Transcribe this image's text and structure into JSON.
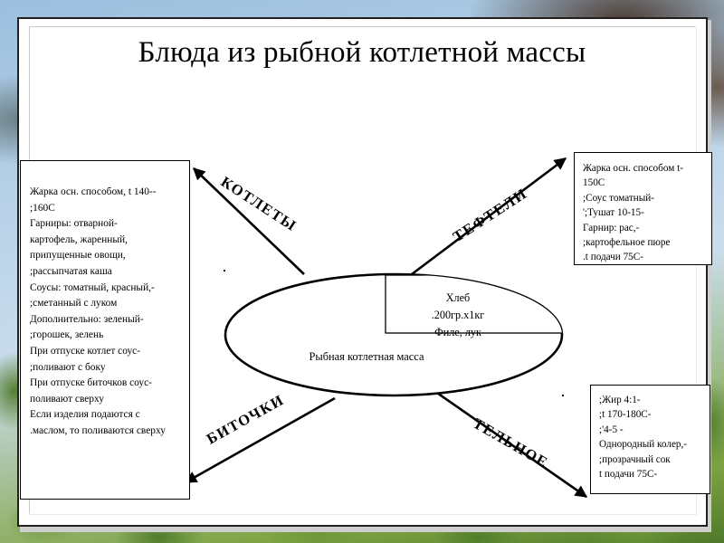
{
  "slide": {
    "title": "Блюда из рыбной котлетной массы",
    "background_colors": {
      "sky": "#bcd7ee",
      "foliage": "#5d8c30",
      "rock": "#4a3a30",
      "mat": "#ffffff",
      "frame_outline": "#241f1c",
      "ink": "#000000"
    }
  },
  "center": {
    "ellipse_label": "Рыбная котлетная масса",
    "bread_box": {
      "lines": [
        "Хлеб",
        ".200гр.х1кг",
        "Филе, лук"
      ]
    }
  },
  "arrows": [
    {
      "name": "kotlety",
      "caption": "КОТЛЕТЫ"
    },
    {
      "name": "tefteli",
      "caption": "ТЕФТЕЛИ"
    },
    {
      "name": "bitochki",
      "caption": "БИТОЧКИ"
    },
    {
      "name": "telnoe",
      "caption": "ТЕЛЬНОЕ"
    }
  ],
  "boxes": {
    "kotlety": {
      "lines": [
        "Жарка осн. способом, t 140--",
        ";160С",
        "Гарниры: отварной-",
        "картофель, жаренный,",
        "припущенные овощи,",
        ";рассыпчатая каша",
        "Соусы: томатный, красный,-",
        ";сметанный с луком",
        "Дополнительно: зеленый-",
        ";горошек, зелень",
        "При отпуске котлет соус-",
        ";поливают с боку",
        "При отпуске биточков соус-",
        "поливают сверху",
        "Если изделия подаются с",
        ".маслом, то поливаются сверху"
      ]
    },
    "tefteli": {
      "lines": [
        "Жарка осн. способом t-",
        "150С",
        ";Соус томатный-",
        "';Тушат 10-15-",
        "Гарнир: рас,-",
        ";картофельное пюре",
        ".t подачи 75С-"
      ]
    },
    "telnoe": {
      "lines": [
        ";Жир 4:1-",
        ";t 170-180С-",
        ";'4-5 -",
        "Однородный колер,-",
        ";прозрачный сок",
        "t подачи 75С-"
      ]
    }
  }
}
